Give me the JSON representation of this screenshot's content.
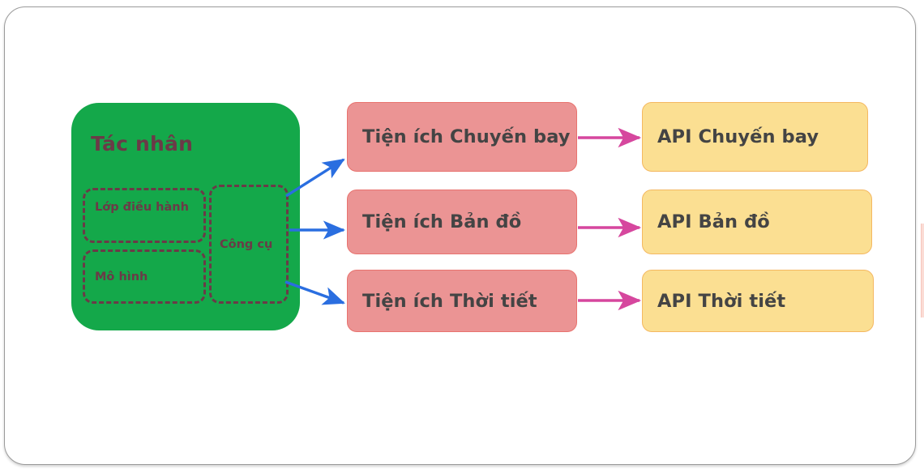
{
  "diagram": {
    "title_absent": "",
    "agent": {
      "title": "Tác nhân",
      "color": "#14a84a",
      "text_color": "#6b3a47",
      "components": [
        {
          "label": "Lớp điều hành",
          "name": "orchestration-layer"
        },
        {
          "label": "Mô hình",
          "name": "model"
        },
        {
          "label": "Công cụ",
          "name": "tools"
        }
      ]
    },
    "utilities": {
      "color": "#eb9494",
      "border_color": "#e8736f",
      "items": [
        {
          "label": "Tiện ích Chuyến bay",
          "name": "flight"
        },
        {
          "label": "Tiện ích Bản đồ",
          "name": "map"
        },
        {
          "label": "Tiện ích Thời tiết",
          "name": "weather"
        }
      ]
    },
    "apis": {
      "color": "#fbdf92",
      "border_color": "#f4b861",
      "items": [
        {
          "label": "API Chuyến bay",
          "name": "flight"
        },
        {
          "label": "API Bản đồ",
          "name": "map"
        },
        {
          "label": "API Thời tiết",
          "name": "weather"
        }
      ]
    },
    "connectors": {
      "agent_to_utility_color": "#2a6ee0",
      "utility_to_api_color": "#d6479e"
    }
  }
}
